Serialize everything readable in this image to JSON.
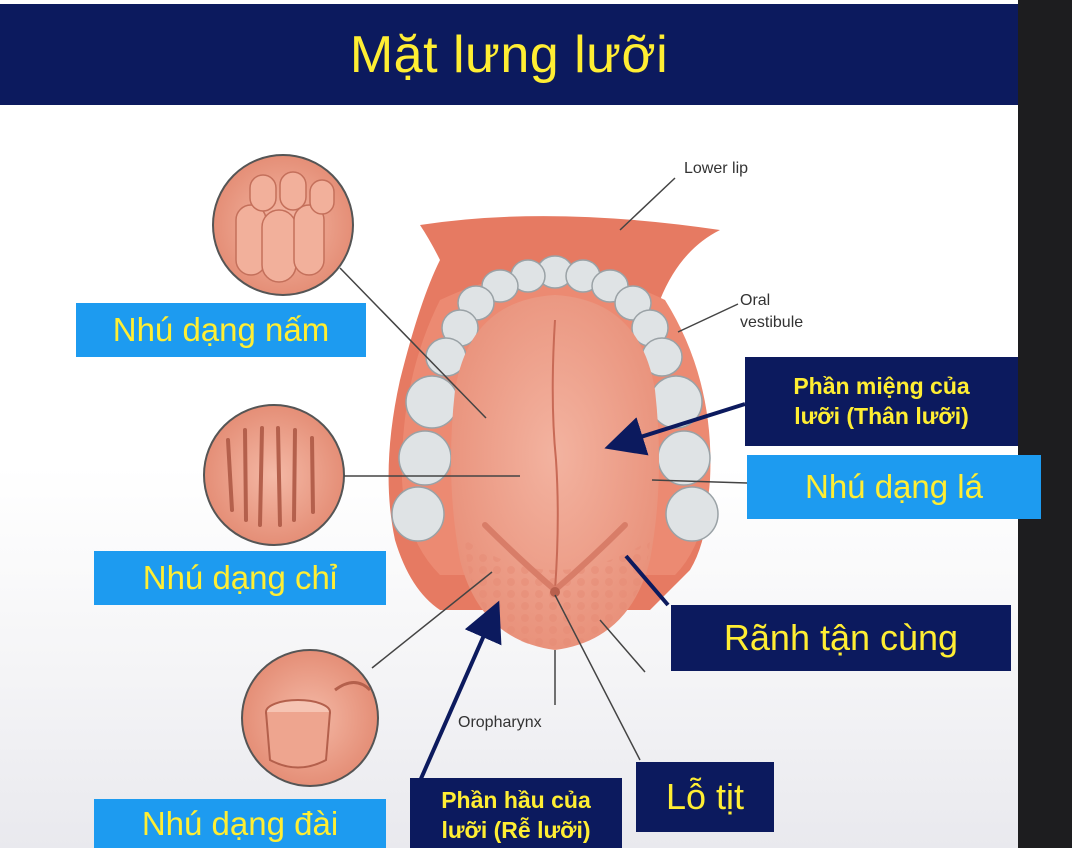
{
  "title": "Mặt lưng lưỡi",
  "labels": {
    "fungiform": "Nhú dạng nấm",
    "filiform": "Nhú dạng chỉ",
    "vallate": "Nhú dạng đài",
    "foliate": "Nhú dạng lá",
    "oral_part": "Phần miệng của\nlưỡi (Thân lưỡi)",
    "pharyngeal_part": "Phần hầu của\nlưỡi (Rễ lưỡi)",
    "sulcus_terminalis": "Rãnh tận cùng",
    "foramen_cecum": "Lỗ tịt"
  },
  "anatomy": {
    "lower_lip": "Lower lip",
    "oral_vestibule_1": "Oral",
    "oral_vestibule_2": "vestibule",
    "oropharynx": "Oropharynx"
  },
  "colors": {
    "title_bg": "#0c1a5e",
    "title_text": "#ffee33",
    "label_blue": "#1d9bf0",
    "label_navy": "#0c1a5e",
    "tongue": "#ee9c86",
    "gum": "#e8806a",
    "teeth": "#dfe3e5"
  }
}
